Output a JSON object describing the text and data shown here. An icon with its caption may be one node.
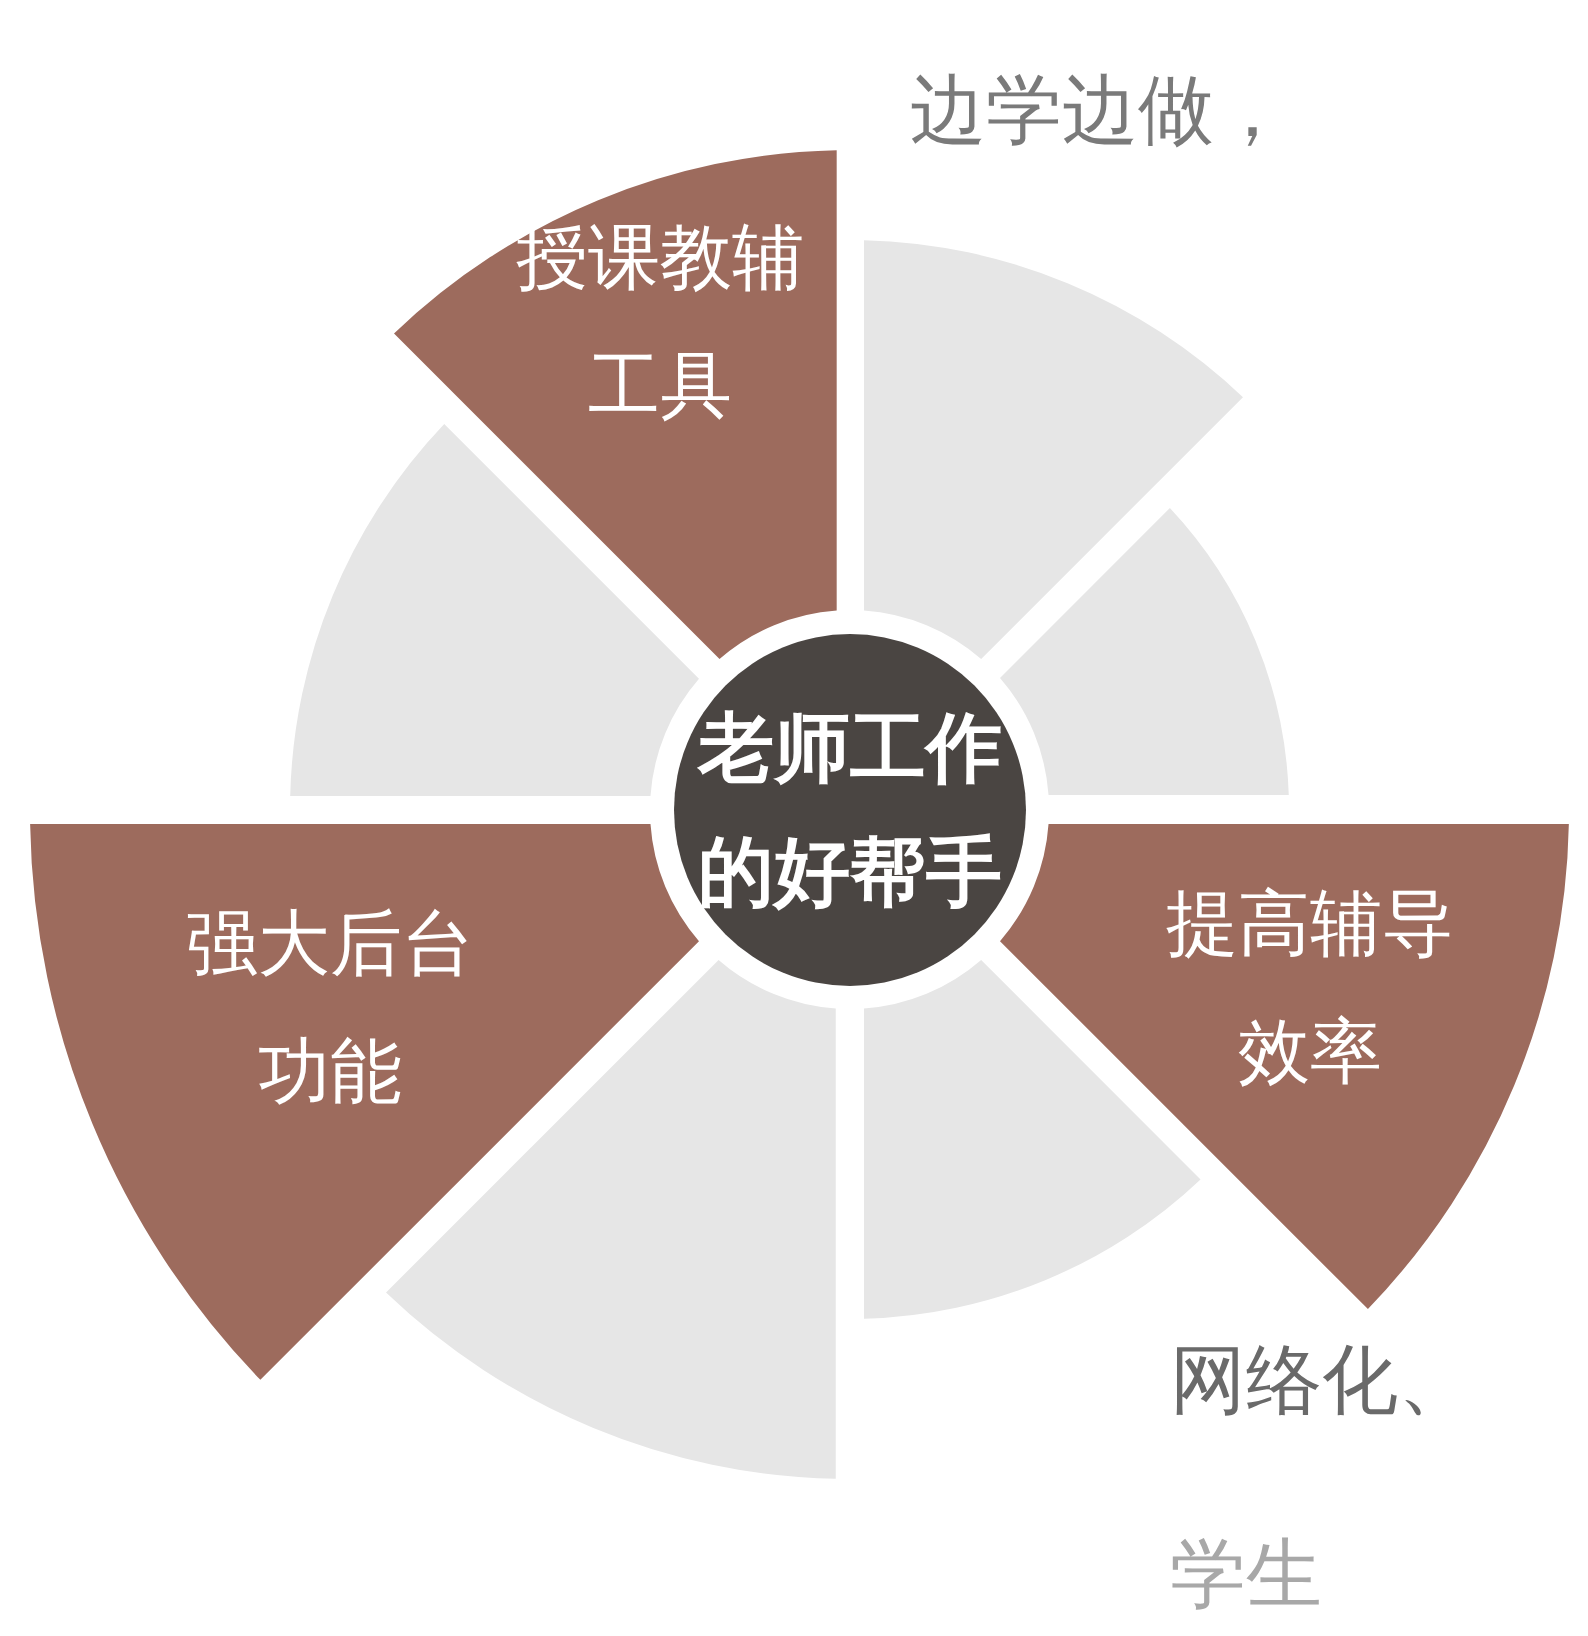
{
  "diagram": {
    "nodes": [
      {
        "text": [
          "老师工作的好帮手"
        ]
      },
      {
        "text": [
          "授课教辅工具"
        ]
      },
      {
        "text": [
          "提高辅导效率"
        ]
      },
      {
        "text": [
          "强大后台功能"
        ]
      },
      {
        "text": [],
        "shape": "sector"
      },
      {
        "text": [],
        "shape": "sector"
      },
      {
        "text": [],
        "shape": "sector"
      },
      {
        "text": [],
        "shape": "sector"
      },
      {
        "text": [],
        "shape": "sector"
      }
    ],
    "labels": [
      "边学边做，",
      "网络化、",
      "学生"
    ]
  }
}
